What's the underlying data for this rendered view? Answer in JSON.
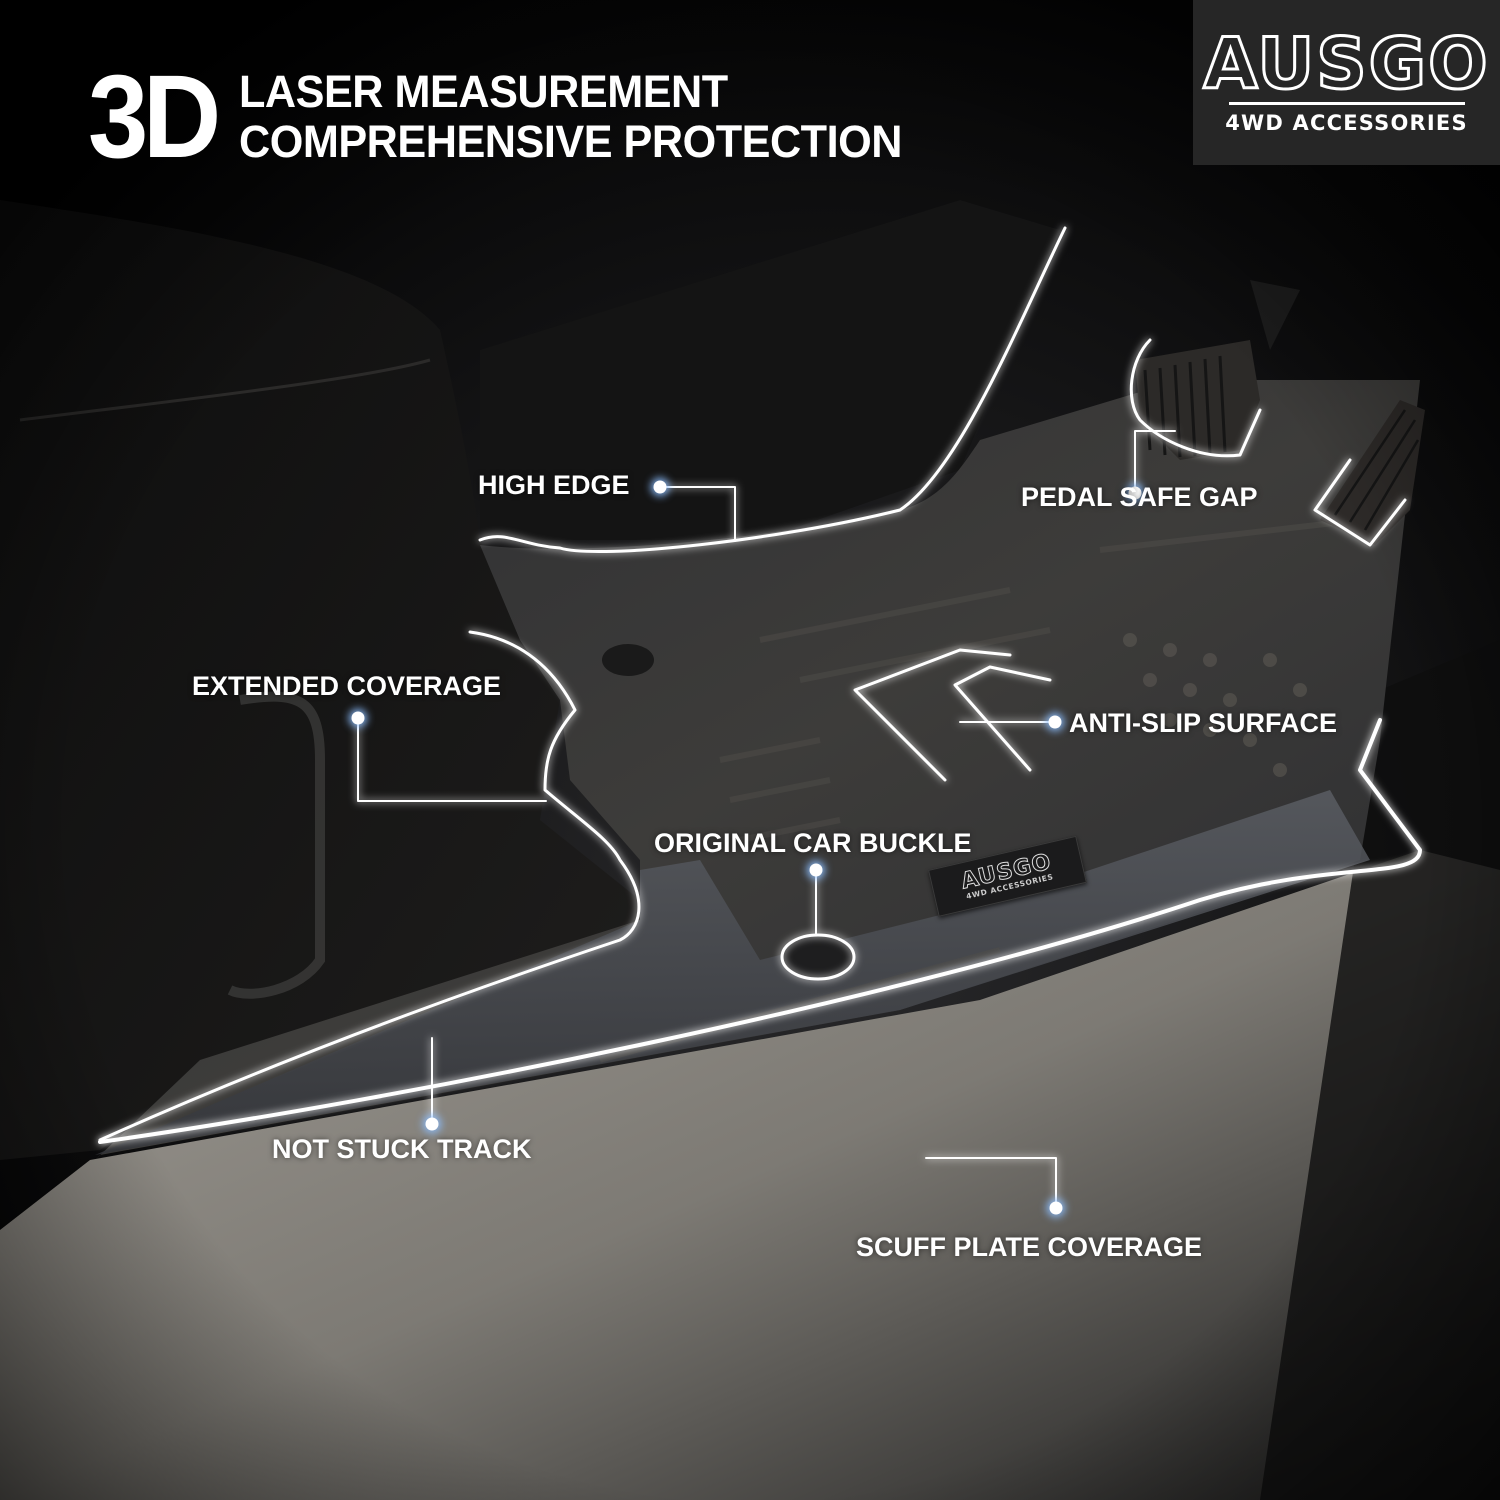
{
  "header": {
    "big_text": "3D",
    "line1": "LASER MEASUREMENT",
    "line2": "COMPREHENSIVE PROTECTION"
  },
  "logo": {
    "wordmark": "AUSGO",
    "tagline": "4WD ACCESSORIES",
    "background": "#262626"
  },
  "mat_badge": {
    "wordmark": "AUSGO",
    "tagline": "4WD ACCESSORIES"
  },
  "callouts": [
    {
      "id": "high-edge",
      "label": "HIGH EDGE"
    },
    {
      "id": "pedal-safe-gap",
      "label": "PEDAL SAFE GAP"
    },
    {
      "id": "extended-coverage",
      "label": "EXTENDED COVERAGE"
    },
    {
      "id": "anti-slip-surface",
      "label": "ANTI-SLIP SURFACE"
    },
    {
      "id": "original-car-buckle",
      "label": "ORIGINAL CAR BUCKLE"
    },
    {
      "id": "not-stuck-track",
      "label": "NOT STUCK TRACK"
    },
    {
      "id": "scuff-plate-coverage",
      "label": "SCUFF PLATE COVERAGE"
    }
  ],
  "colors": {
    "background": "#000000",
    "glow_line": "#ffffff",
    "glow_halo": "#8cbfff",
    "mat": "#3a3b3f",
    "scuff_plate": "#8f8c86"
  }
}
